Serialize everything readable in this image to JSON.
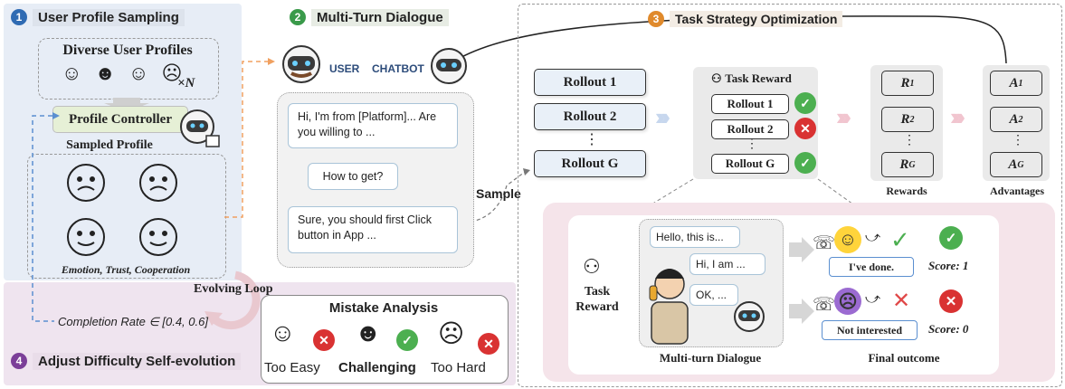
{
  "section1": {
    "number": "1",
    "title": "User Profile Sampling",
    "profiles_label": "Diverse User Profiles",
    "times_n": "×N",
    "controller_label": "Profile Controller",
    "sampled_label": "Sampled Profile",
    "attributes": "Emotion, Trust, Cooperation"
  },
  "section2": {
    "number": "2",
    "title": "Multi-Turn Dialogue",
    "user_label": "USER",
    "chatbot_label": "CHATBOT",
    "messages": [
      "Hi, I'm from [Platform]... Are you willing to ...",
      "How to get?",
      "Sure, you should first Click button in App ..."
    ],
    "sample_label": "Sample"
  },
  "section3": {
    "number": "3",
    "title": "Task Strategy Optimization",
    "rollouts": [
      "Rollout 1",
      "Rollout 2",
      "⋮",
      "Rollout G"
    ],
    "task_reward_title": "Task Reward",
    "rewarded": [
      {
        "label": "Rollout 1",
        "result": "✓"
      },
      {
        "label": "Rollout 2",
        "result": "✕"
      },
      {
        "label": "Rollout G",
        "result": "✓"
      }
    ],
    "rewards": [
      "R",
      "R",
      "R"
    ],
    "reward_subs": [
      "1",
      "2",
      "G"
    ],
    "advantages": [
      "A",
      "A",
      "A"
    ],
    "advantage_subs": [
      "1",
      "2",
      "G"
    ],
    "rewards_label": "Rewards",
    "advantages_label": "Advantages",
    "vdots": "⋮"
  },
  "detail": {
    "task_reward_label": "Task Reward",
    "dialogue_lines": [
      "Hello, this is...",
      "Hi, I am ...",
      "OK, ..."
    ],
    "dialogue_caption": "Multi-turn Dialogue",
    "outcome_1": "I've done.",
    "score_1": "Score: 1",
    "outcome_2": "Not interested",
    "score_2": "Score: 0",
    "outcome_caption": "Final outcome"
  },
  "section4": {
    "number": "4",
    "title": "Adjust Difficulty Self-evolution",
    "evolving_loop": "Evolving Loop",
    "completion_rate": "Completion Rate ∈ [0.4, 0.6]",
    "mistake_title": "Mistake Analysis",
    "levels": [
      "Too Easy",
      "Challenging",
      "Too Hard"
    ]
  },
  "colors": {
    "blue_badge": "#2f6bb3",
    "green_badge": "#3a9a4a",
    "orange_badge": "#e08a2c",
    "purple_badge": "#7b3f98",
    "green_check": "#4caf50",
    "red_cross": "#d93232"
  }
}
